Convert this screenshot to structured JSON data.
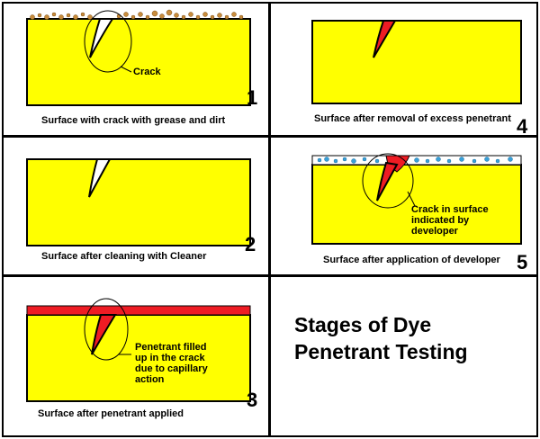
{
  "title": "Stages of Dye Penetrant Testing",
  "stages": [
    {
      "number": "1",
      "caption": "Surface with crack with grease and dirt",
      "label": "Crack"
    },
    {
      "number": "2",
      "caption": "Surface after cleaning with Cleaner"
    },
    {
      "number": "3",
      "caption": "Surface after penetrant applied",
      "label_lines": [
        "Penetrant filled",
        "up in the crack",
        "due to capillary",
        "action"
      ]
    },
    {
      "number": "4",
      "caption": "Surface after removal of excess penetrant"
    },
    {
      "number": "5",
      "caption": "Surface after application of developer",
      "label_lines": [
        "Crack in surface",
        "indicated by",
        "developer"
      ]
    }
  ],
  "colors": {
    "specimen": "#FFFF00",
    "penetrant": "#EE1C24",
    "developer": "#BFE4F2",
    "dirt": "#C88C3C",
    "outline": "#000000"
  }
}
